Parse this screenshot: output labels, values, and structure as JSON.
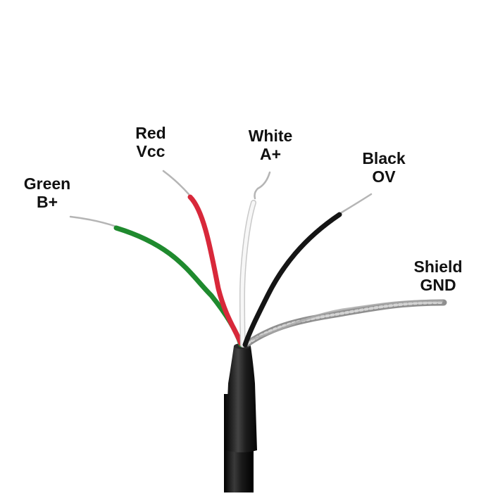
{
  "wires": [
    {
      "id": "green",
      "color_name": "Green",
      "signal": "B+",
      "color": "#1f8a2e"
    },
    {
      "id": "red",
      "color_name": "Red",
      "signal": "Vcc",
      "color": "#d8283a"
    },
    {
      "id": "white",
      "color_name": "White",
      "signal": "A+",
      "color": "#f2f2f2"
    },
    {
      "id": "black",
      "color_name": "Black",
      "signal": "OV",
      "color": "#151515"
    },
    {
      "id": "shield",
      "color_name": "Shield",
      "signal": "GND",
      "color": "#a9a9a9"
    }
  ],
  "cable": {
    "jacket_color": "#111111",
    "conductor_color": "#b5b5b5"
  }
}
